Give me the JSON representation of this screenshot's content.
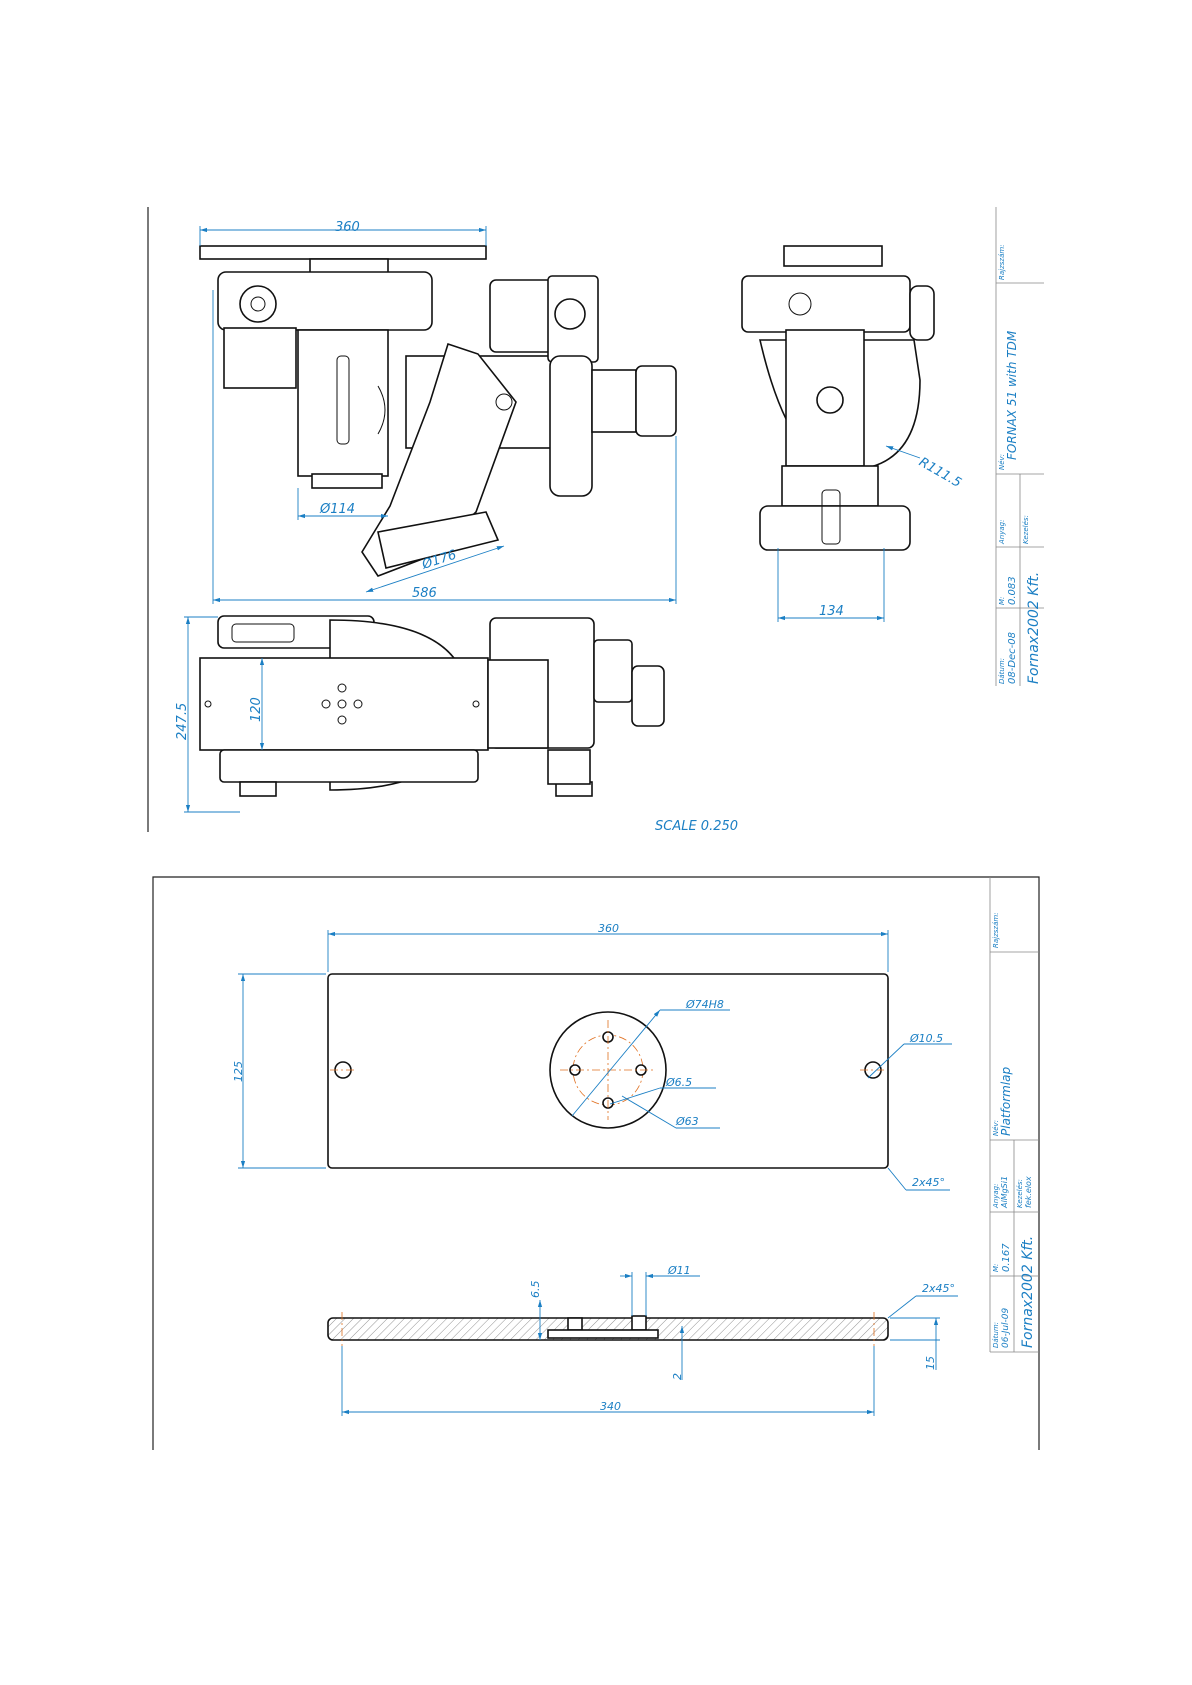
{
  "sheet1": {
    "dimensions": {
      "plate_width": "360",
      "col_diameter": "Ø114",
      "flange_diameter": "Ø176",
      "overall_length": "586",
      "radius": "R111.5",
      "side_width": "134",
      "overall_height": "247.5",
      "plate_depth": "120"
    },
    "scale": "SCALE   0.250",
    "title_block": {
      "rajzszam_label": "Rajzszám:",
      "nev_label": "Név:",
      "name": "FORNAX 51 with TDM",
      "anyag_label": "Anyag:",
      "kezeles_label": "Kezelés:",
      "m_label": "M:",
      "scale_value": "0.083",
      "datum_label": "Dátum:",
      "date": "08-Dec-08",
      "company": "Fornax2002 Kft."
    }
  },
  "sheet2": {
    "dimensions": {
      "plate_width": "360",
      "plate_height": "125",
      "bore_diameter": "Ø74H8",
      "hole_diameter": "Ø10.5",
      "small_hole": "Ø6.5",
      "pcd": "Ø63",
      "chamfer_top": "2x45°",
      "pin_diameter": "Ø11",
      "depth": "6.5",
      "chamfer_side": "2x45°",
      "step": "2",
      "thickness": "15",
      "hole_spacing": "340"
    },
    "title_block": {
      "rajzszam_label": "Rajzszám:",
      "nev_label": "Név:",
      "name": "Platformlap",
      "anyag_label": "Anyag:",
      "material": "AlMgSi1",
      "kezeles_label": "Kezelés:",
      "treatment": "fek.elox",
      "m_label": "M:",
      "scale_value": "0.167",
      "datum_label": "Dátum:",
      "date": "06-Jul-09",
      "company": "Fornax2002 Kft."
    }
  },
  "colors": {
    "dimension": "#1b7fc4",
    "outline": "#111111",
    "centerline": "#e07020"
  }
}
